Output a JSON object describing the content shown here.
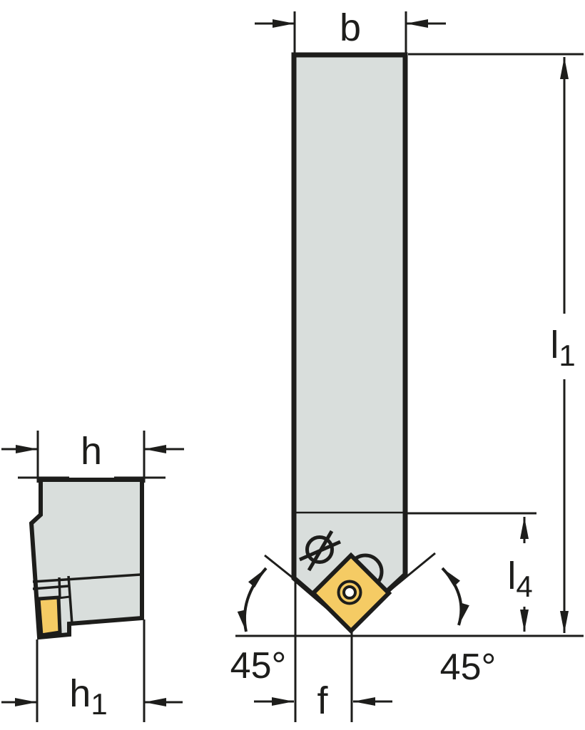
{
  "colors": {
    "line": "#1d1d1b",
    "body_fill": "#d9dedc",
    "insert_fill": "#f5cb64",
    "label_bg": "#ffffff",
    "background": "#ffffff"
  },
  "labels": {
    "b": {
      "main": "b",
      "sub": ""
    },
    "h": {
      "main": "h",
      "sub": ""
    },
    "h1": {
      "main": "h",
      "sub": "1"
    },
    "l1": {
      "main": "l",
      "sub": "1"
    },
    "l4": {
      "main": "l",
      "sub": "4"
    },
    "f": {
      "main": "f",
      "sub": ""
    },
    "angle_left": {
      "main": "45°"
    },
    "angle_right": {
      "main": "45°"
    }
  }
}
